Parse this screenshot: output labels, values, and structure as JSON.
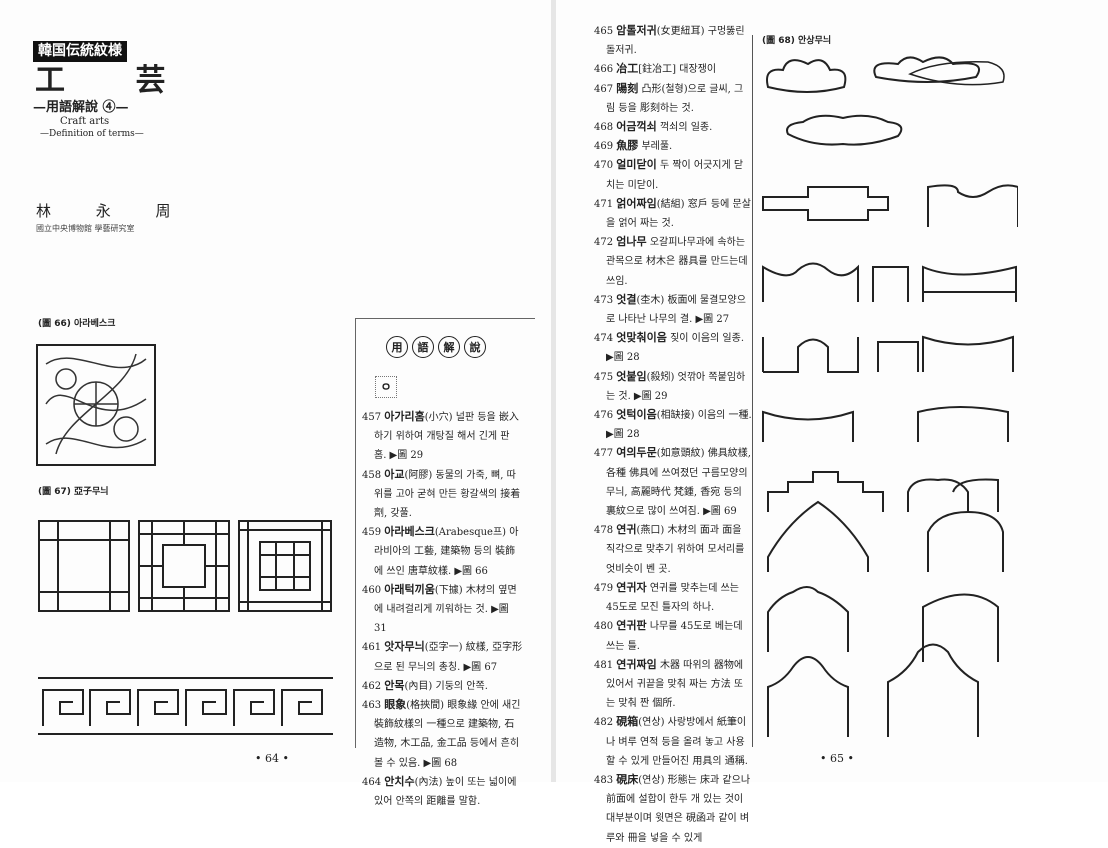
{
  "left_page": {
    "series_tag": "韓国伝統紋様",
    "title": "工 芸",
    "subtitle": "—用語解說 ④—",
    "english_title": "Craft arts",
    "english_subtitle": "—Definition of terms—",
    "author": "林 永 周",
    "affiliation": "國立中央博物館 學藝研究室",
    "fig66_label": "(圖 66) 아라베스크",
    "fig67_label": "(圖 67) 亞子무늬",
    "glossary_heading": [
      "用",
      "語",
      "解",
      "說"
    ],
    "section_letter": "ㅇ",
    "entries": [
      {
        "num": "457",
        "term": "아가리홈",
        "text": "(小穴) 널판 등을 嵌入하기 위하여 개탕질 해서 긴게 판 홈. ▶圖 29"
      },
      {
        "num": "458",
        "term": "아교",
        "text": "(阿膠) 동물의 가죽, 뼈, 따위를 고아 굳혀 만든 황갈색의 接着劑, 갖풀."
      },
      {
        "num": "459",
        "term": "아라베스크",
        "text": "(Arabesque프) 아라비아의 工藝, 建築物 등의 裝飾에 쓰인 唐草紋樣. ▶圖 66"
      },
      {
        "num": "460",
        "term": "아래턱끼움",
        "text": "(下據) 木材의 옆면에 내려걸리게 끼워하는 것. ▶圖 31"
      },
      {
        "num": "461",
        "term": "앗자무늬",
        "text": "(亞字一) 紋樣, 亞字形으로 된 무늬의 총칭. ▶圖 67"
      },
      {
        "num": "462",
        "term": "안목",
        "text": "(內目) 기둥의 안쪽."
      },
      {
        "num": "463",
        "term": "眼象",
        "text": "(格挾間) 眼象緣 안에 새긴 裝飾紋樣의 一種으로 建築物, 石造物, 木工品, 金工品 등에서 흔히 볼 수 있음. ▶圖 68"
      },
      {
        "num": "464",
        "term": "안치수",
        "text": "(內法) 높이 또는 넓이에 있어 안쪽의 距離를 말함."
      }
    ],
    "page_number": "• 64 •"
  },
  "right_page": {
    "entries": [
      {
        "num": "465",
        "term": "암톨저귀",
        "text": "(女更紐耳) 구멍뚫린 돌저귀."
      },
      {
        "num": "466",
        "term": "冶工",
        "text": "[鉒冶工] 대장쟁이"
      },
      {
        "num": "467",
        "term": "陽刻",
        "text": " 凸形(철형)으로 글씨, 그림 등을 彫刻하는 것."
      },
      {
        "num": "468",
        "term": "어금꺽쇠",
        "text": " 꺽쇠의 일종."
      },
      {
        "num": "469",
        "term": "魚膠",
        "text": " 부레풀."
      },
      {
        "num": "470",
        "term": "얼미닫이",
        "text": " 두 짝이 어긋지게 닫치는 미닫이."
      },
      {
        "num": "471",
        "term": "얽어짜임",
        "text": "(結組) 窓戶 등에 문살을 얽어 짜는 것."
      },
      {
        "num": "472",
        "term": "엄나무",
        "text": " 오갈피나무과에 속하는 관목으로 材木은 器具를 만드는데 쓰임."
      },
      {
        "num": "473",
        "term": "엇결",
        "text": "(杢木) 板面에 물결모양으로 나타난 나무의 결. ▶圖 27"
      },
      {
        "num": "474",
        "term": "엇맞춰이음",
        "text": " 짖이 이음의 일종. ▶圖 28"
      },
      {
        "num": "475",
        "term": "엇붙임",
        "text": "(殺矧) 엇깎아 쪽붙임하는 것. ▶圖 29"
      },
      {
        "num": "476",
        "term": "엇턱이음",
        "text": "(相缺接) 이음의 一種. ▶圖 28"
      },
      {
        "num": "477",
        "term": "여의두문",
        "text": "(如意頭紋) 佛具紋樣, 各種 佛具에 쓰여졌던 구름모양의 무늬, 高麗時代 梵鍾, 香宛 등의 裏紋으로 많이 쓰여짐. ▶圖 69"
      },
      {
        "num": "478",
        "term": "연귀",
        "text": "(燕口) 木材의 面과 面을 직각으로 맞추기 위하여 모서리를 엇비슷이 벤 곳."
      },
      {
        "num": "479",
        "term": "연귀자",
        "text": " 연귀를 맞추는데 쓰는 45도로 모진 틀자의 하나."
      },
      {
        "num": "480",
        "term": "연귀판",
        "text": " 나무를 45도로 베는데 쓰는 틀."
      },
      {
        "num": "481",
        "term": "연귀짜임",
        "text": " 木器 따위의 器物에 있어서 귀끝을 맞춰 짜는 方法 또는 맞춰 짠 個所."
      },
      {
        "num": "482",
        "term": "硯箱",
        "text": "(연상) 사랑방에서 紙筆이나 벼루 연적 등을 올려 놓고 사용할 수 있게 만들어진 用具의 通稱."
      },
      {
        "num": "483",
        "term": "硯床",
        "text": "(연상) 形態는 床과 같으나 前面에 설합이 한두 개 있는 것이 대부분이며 윗면은 硯函과 같이 벼루와 冊을 넣을 수 있게"
      }
    ],
    "fig68_label": "(圖 68) 안상무늬",
    "page_number": "• 65 •"
  }
}
